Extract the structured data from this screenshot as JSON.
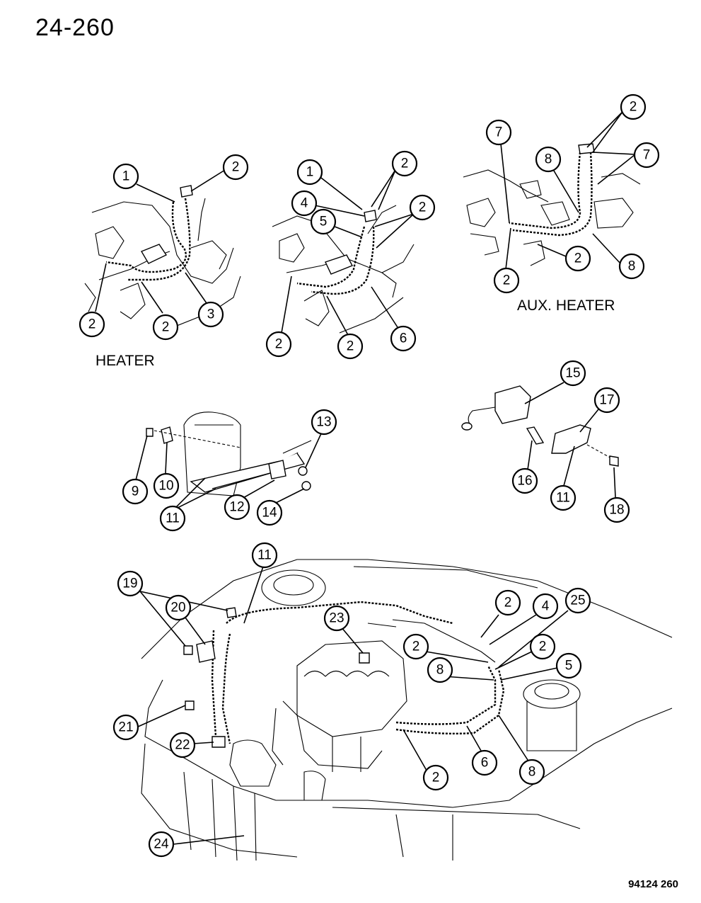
{
  "page_code": "24-260",
  "footer_code": "94124 260",
  "captions": {
    "heater": "HEATER",
    "aux_heater": "AUX. HEATER"
  },
  "callouts": {
    "heater_view": [
      "1",
      "2",
      "2",
      "2",
      "3"
    ],
    "heater_view_2": [
      "1",
      "2",
      "2",
      "4",
      "5",
      "2",
      "2",
      "6"
    ],
    "aux_heater_view": [
      "2",
      "7",
      "7",
      "8",
      "2",
      "8",
      "2"
    ],
    "hose_bracket_view": [
      "9",
      "10",
      "11",
      "12",
      "13",
      "14"
    ],
    "bracket_view_2": [
      "15",
      "16",
      "17",
      "11",
      "18"
    ],
    "engine_view": [
      "11",
      "19",
      "20",
      "23",
      "2",
      "4",
      "25",
      "2",
      "2",
      "8",
      "5",
      "21",
      "22",
      "2",
      "6",
      "8",
      "24"
    ]
  }
}
